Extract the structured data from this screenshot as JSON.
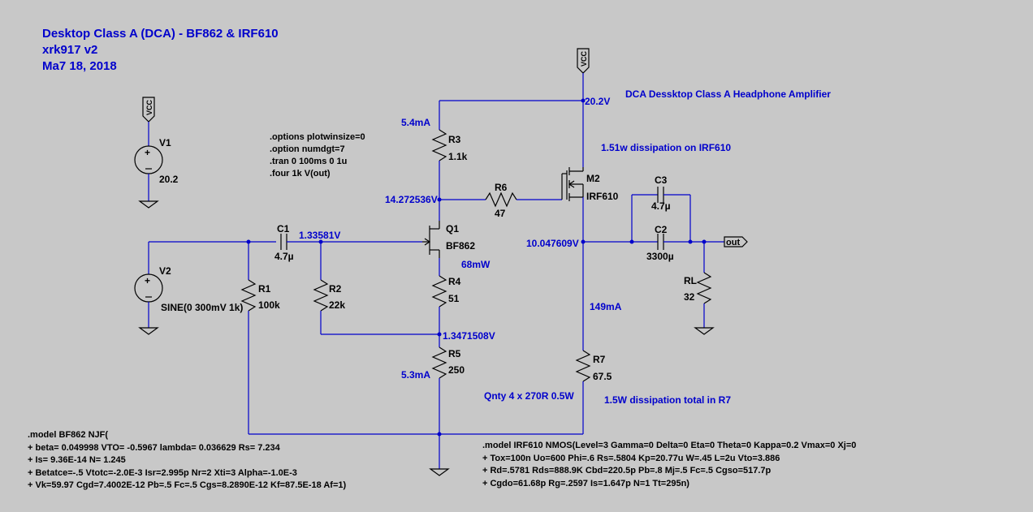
{
  "title": {
    "line1": "Desktop Class A (DCA) - BF862 & IRF610",
    "line2": "xrk917 v2",
    "line3": "Ma7 18, 2018"
  },
  "vcc_label": "VCC",
  "spice": {
    "l1": ".options plotwinsize=0",
    "l2": ".option numdgt=7",
    "l3": ".tran 0 100ms 0 1u",
    "l4": ".four 1k V(out)"
  },
  "notes": {
    "title": "DCA Dessktop Class A Headphone Amplifier",
    "irf_diss": "1.51w dissipation on IRF610",
    "r7_qty": "Qnty 4 x 270R 0.5W",
    "r7_diss": "1.5W dissipation total in R7"
  },
  "components": {
    "V1": {
      "name": "V1",
      "value": "20.2"
    },
    "V2": {
      "name": "V2",
      "value": "SINE(0 300mV 1k)"
    },
    "R1": {
      "name": "R1",
      "value": "100k"
    },
    "R2": {
      "name": "R2",
      "value": "22k"
    },
    "R3": {
      "name": "R3",
      "value": "1.1k"
    },
    "R4": {
      "name": "R4",
      "value": "51"
    },
    "R5": {
      "name": "R5",
      "value": "250"
    },
    "R6": {
      "name": "R6",
      "value": "47"
    },
    "R7": {
      "name": "R7",
      "value": "67.5"
    },
    "RL": {
      "name": "RL",
      "value": "32"
    },
    "C1": {
      "name": "C1",
      "value": "4.7µ"
    },
    "C2": {
      "name": "C2",
      "value": "3300µ"
    },
    "C3": {
      "name": "C3",
      "value": "4.7µ"
    },
    "Q1": {
      "name": "Q1",
      "value": "BF862"
    },
    "M2": {
      "name": "M2",
      "value": "IRF610"
    }
  },
  "annotations": {
    "v_top": "20.2V",
    "i_r3": "5.4mA",
    "v_drain_q1": "14.272536V",
    "v_gate_q1": "1.33581V",
    "p_q1": "68mW",
    "v_source_m2": "10.047609V",
    "i_m2": "149mA",
    "v_r4r5": "1.3471508V",
    "i_r5": "5.3mA"
  },
  "out_label": "out",
  "model_bf862": {
    "l1": ".model BF862 NJF(",
    "l2": "+ beta= 0.049998 VTO= -0.5967 lambda= 0.036629 Rs= 7.234",
    "l3": "+ Is= 9.36E-14 N= 1.245",
    "l4": "+ Betatce=-.5 Vtotc=-2.0E-3 Isr=2.995p Nr=2 Xti=3 Alpha=-1.0E-3",
    "l5": "+ Vk=59.97 Cgd=7.4002E-12 Pb=.5 Fc=.5 Cgs=8.2890E-12 Kf=87.5E-18 Af=1)"
  },
  "model_irf610": {
    "l1": ".model IRF610 NMOS(Level=3 Gamma=0 Delta=0 Eta=0 Theta=0 Kappa=0.2 Vmax=0 Xj=0",
    "l2": "+ Tox=100n Uo=600 Phi=.6 Rs=.5804 Kp=20.77u W=.45 L=2u Vto=3.886",
    "l3": "+ Rd=.5781 Rds=888.9K Cbd=220.5p Pb=.8 Mj=.5 Fc=.5 Cgso=517.7p",
    "l4": "+ Cgdo=61.68p Rg=.2597 Is=1.647p N=1 Tt=295n)"
  }
}
